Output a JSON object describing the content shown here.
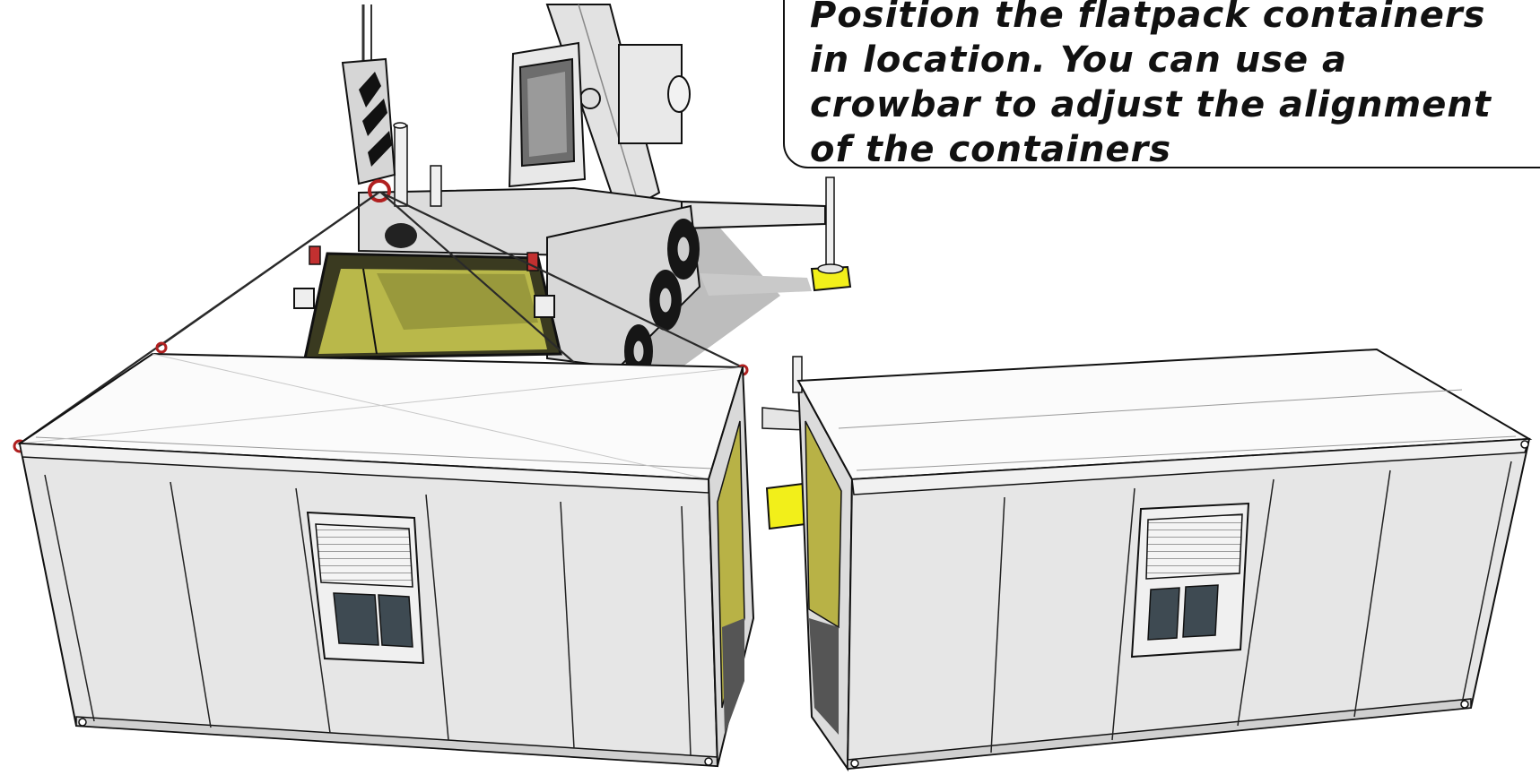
{
  "instruction": {
    "text": "Position the flatpack containers\nin location. You can use a\ncrowbar to adjust the alignment\nof the containers"
  },
  "colors": {
    "container_wall": "#e6e6e6",
    "container_roof": "#fbfbfb",
    "outline": "#111111",
    "crane_body": "#d9d9d9",
    "cab_glass": "#b9b84a",
    "outrigger_pad": "#f2ef1a",
    "sling_shackle": "#b02020",
    "window_glass": "#3e4a52"
  },
  "icons": [
    "crane-illustration",
    "container-illustration",
    "lifting-sling-icon",
    "outrigger-pad-icon"
  ]
}
